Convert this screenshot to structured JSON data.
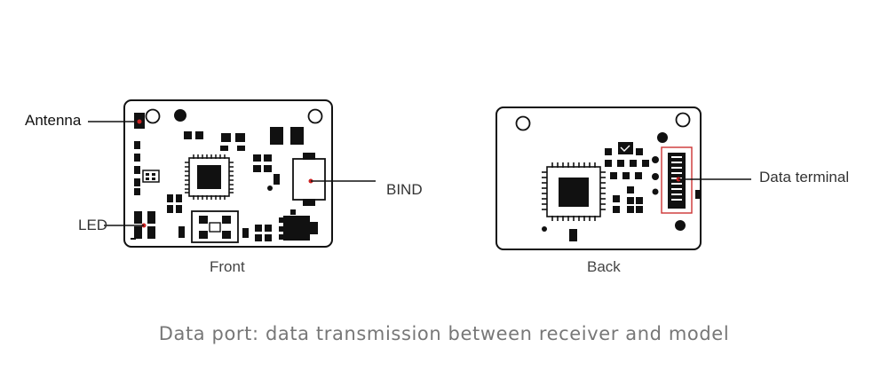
{
  "labels": {
    "antenna": "Antenna",
    "led": "LED",
    "bind": "BIND",
    "data_terminal": "Data terminal",
    "front": "Front",
    "back": "Back"
  },
  "caption": "Data port: data transmission between receiver and model",
  "colors": {
    "outline": "#111111",
    "component": "#1a1a1a",
    "marker": "#cc2222",
    "caption": "#777777"
  }
}
